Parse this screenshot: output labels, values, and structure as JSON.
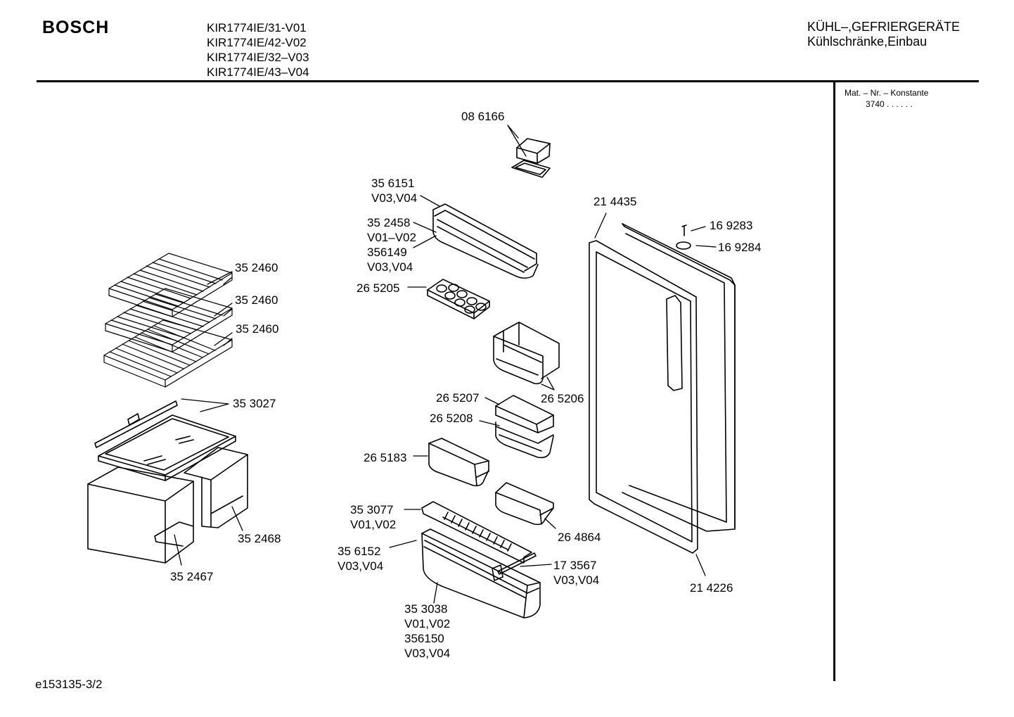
{
  "header": {
    "brand": "BOSCH",
    "models": [
      "KIR1774IE/31-V01",
      "KIR1774IE/42-V02",
      "KIR1774IE/32–V03",
      "KIR1774IE/43–V04"
    ],
    "category": "KÜHL–,GEFRIERGERÄTE",
    "subcategory": "Kühlschränke,Einbau"
  },
  "side_info": {
    "mat_label": "Mat. – Nr. – Konstante",
    "mat_value": "3740  .  .    .  .  .  ."
  },
  "footer": {
    "doc_id": "e153135-3/2"
  },
  "parts": [
    {
      "id": "p086166",
      "lines": [
        "08 6166"
      ]
    },
    {
      "id": "p356151",
      "lines": [
        "35 6151",
        "V03,V04"
      ]
    },
    {
      "id": "p352458",
      "lines": [
        "35 2458",
        "V01–V02",
        "356149",
        "V03,V04"
      ]
    },
    {
      "id": "p265205",
      "lines": [
        "26 5205"
      ]
    },
    {
      "id": "p214435",
      "lines": [
        "21 4435"
      ]
    },
    {
      "id": "p169283",
      "lines": [
        "16 9283"
      ]
    },
    {
      "id": "p169284",
      "lines": [
        "16 9284"
      ]
    },
    {
      "id": "p352460a",
      "lines": [
        "35 2460"
      ]
    },
    {
      "id": "p352460b",
      "lines": [
        "35 2460"
      ]
    },
    {
      "id": "p352460c",
      "lines": [
        "35 2460"
      ]
    },
    {
      "id": "p265206",
      "lines": [
        "26 5206"
      ]
    },
    {
      "id": "p265207",
      "lines": [
        "26 5207"
      ]
    },
    {
      "id": "p265208",
      "lines": [
        "26 5208"
      ]
    },
    {
      "id": "p353027",
      "lines": [
        "35 3027"
      ]
    },
    {
      "id": "p265183",
      "lines": [
        "26 5183"
      ]
    },
    {
      "id": "p353077",
      "lines": [
        "35 3077",
        "V01,V02"
      ]
    },
    {
      "id": "p264864",
      "lines": [
        "26 4864"
      ]
    },
    {
      "id": "p352468",
      "lines": [
        "35 2468"
      ]
    },
    {
      "id": "p356152",
      "lines": [
        "35 6152",
        "V03,V04"
      ]
    },
    {
      "id": "p173567",
      "lines": [
        "17 3567",
        "V03,V04"
      ]
    },
    {
      "id": "p352467",
      "lines": [
        "35 2467"
      ]
    },
    {
      "id": "p214226",
      "lines": [
        "21 4226"
      ]
    },
    {
      "id": "p353038",
      "lines": [
        "35 3038",
        "V01,V02",
        "356150",
        "V03,V04"
      ]
    }
  ]
}
